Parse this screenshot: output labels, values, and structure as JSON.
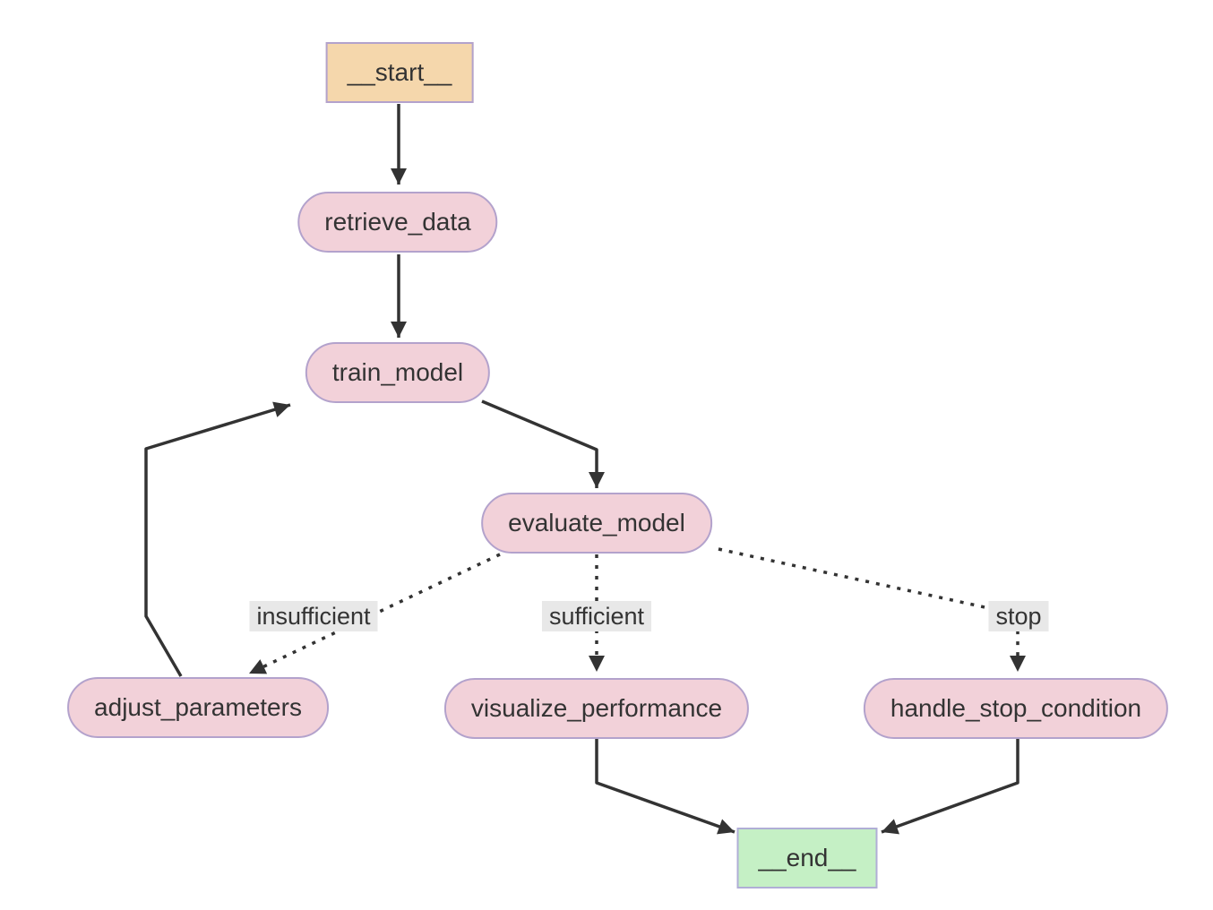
{
  "diagram": {
    "type": "flowchart",
    "direction": "top-down",
    "background": "#ffffff",
    "colors": {
      "edge": "#333333",
      "text": "#333333",
      "node_border": "#b3a2cc",
      "default_node_fill": "#f2d1d9",
      "start_node_fill": "#f5d7ac",
      "end_node_fill": "#c5f0c5",
      "end_node_border": "#b0aed6",
      "edge_label_bg": "#e8e8e8"
    },
    "nodes": {
      "start": {
        "label": "__start__",
        "shape": "rectangle"
      },
      "retrieve_data": {
        "label": "retrieve_data",
        "shape": "stadium"
      },
      "train_model": {
        "label": "train_model",
        "shape": "stadium"
      },
      "evaluate_model": {
        "label": "evaluate_model",
        "shape": "stadium"
      },
      "adjust_parameters": {
        "label": "adjust_parameters",
        "shape": "stadium"
      },
      "visualize_performance": {
        "label": "visualize_performance",
        "shape": "stadium"
      },
      "handle_stop_condition": {
        "label": "handle_stop_condition",
        "shape": "stadium"
      },
      "end": {
        "label": "__end__",
        "shape": "rectangle"
      }
    },
    "edges": [
      {
        "from": "__start__",
        "to": "retrieve_data",
        "style": "solid"
      },
      {
        "from": "retrieve_data",
        "to": "train_model",
        "style": "solid"
      },
      {
        "from": "train_model",
        "to": "evaluate_model",
        "style": "solid"
      },
      {
        "from": "evaluate_model",
        "to": "adjust_parameters",
        "style": "dotted",
        "label": "insufficient"
      },
      {
        "from": "evaluate_model",
        "to": "visualize_performance",
        "style": "dotted",
        "label": "sufficient"
      },
      {
        "from": "evaluate_model",
        "to": "handle_stop_condition",
        "style": "dotted",
        "label": "stop"
      },
      {
        "from": "adjust_parameters",
        "to": "train_model",
        "style": "solid"
      },
      {
        "from": "visualize_performance",
        "to": "__end__",
        "style": "solid"
      },
      {
        "from": "handle_stop_condition",
        "to": "__end__",
        "style": "solid"
      }
    ]
  }
}
